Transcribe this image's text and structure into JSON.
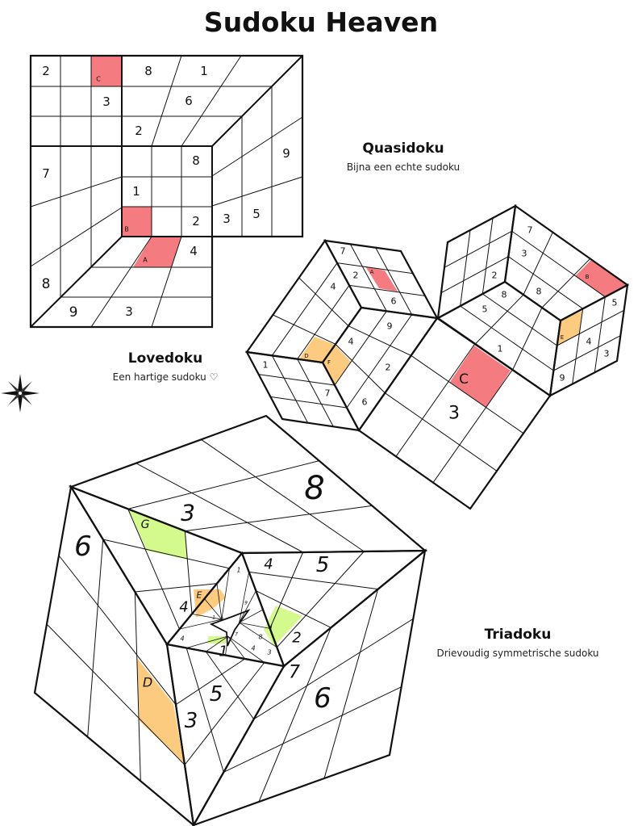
{
  "page_title": "Sudoku Heaven",
  "colors": {
    "red": "#f47c80",
    "orange": "#fdcb80",
    "green": "#d4f98d",
    "line": "#111111"
  },
  "quasidoku": {
    "title": "Quasidoku",
    "subtitle": "Bijna een echte sudoku",
    "givens": [
      "2",
      "8",
      "1",
      "3",
      "6",
      "2",
      "9",
      "7",
      "8",
      "1",
      "2",
      "3",
      "5",
      "4",
      "8",
      "9",
      "3"
    ],
    "marks": [
      "C",
      "B",
      "A"
    ]
  },
  "lovedoku": {
    "title": "Lovedoku",
    "subtitle": "Een hartige sudoku ♡",
    "givens": [
      "7",
      "2",
      "4",
      "6",
      "9",
      "4",
      "2",
      "1",
      "7",
      "6",
      "7",
      "3",
      "2",
      "8",
      "8",
      "5",
      "5",
      "4",
      "3",
      "1",
      "9",
      "3"
    ],
    "marks": [
      "A",
      "D",
      "F",
      "B",
      "E",
      "C"
    ]
  },
  "triadoku": {
    "title": "Triadoku",
    "subtitle": "Drievoudig symmetrische sudoku",
    "givens": [
      "6",
      "3",
      "8",
      "4",
      "5",
      "4",
      "2",
      "1",
      "7",
      "5",
      "6",
      "3",
      "1",
      "9",
      "1",
      "9",
      "4",
      "7",
      "8",
      "4",
      "3"
    ],
    "marks": [
      "G",
      "E",
      "I",
      "D"
    ]
  },
  "decoration": {
    "icon": "compass-star-icon"
  }
}
